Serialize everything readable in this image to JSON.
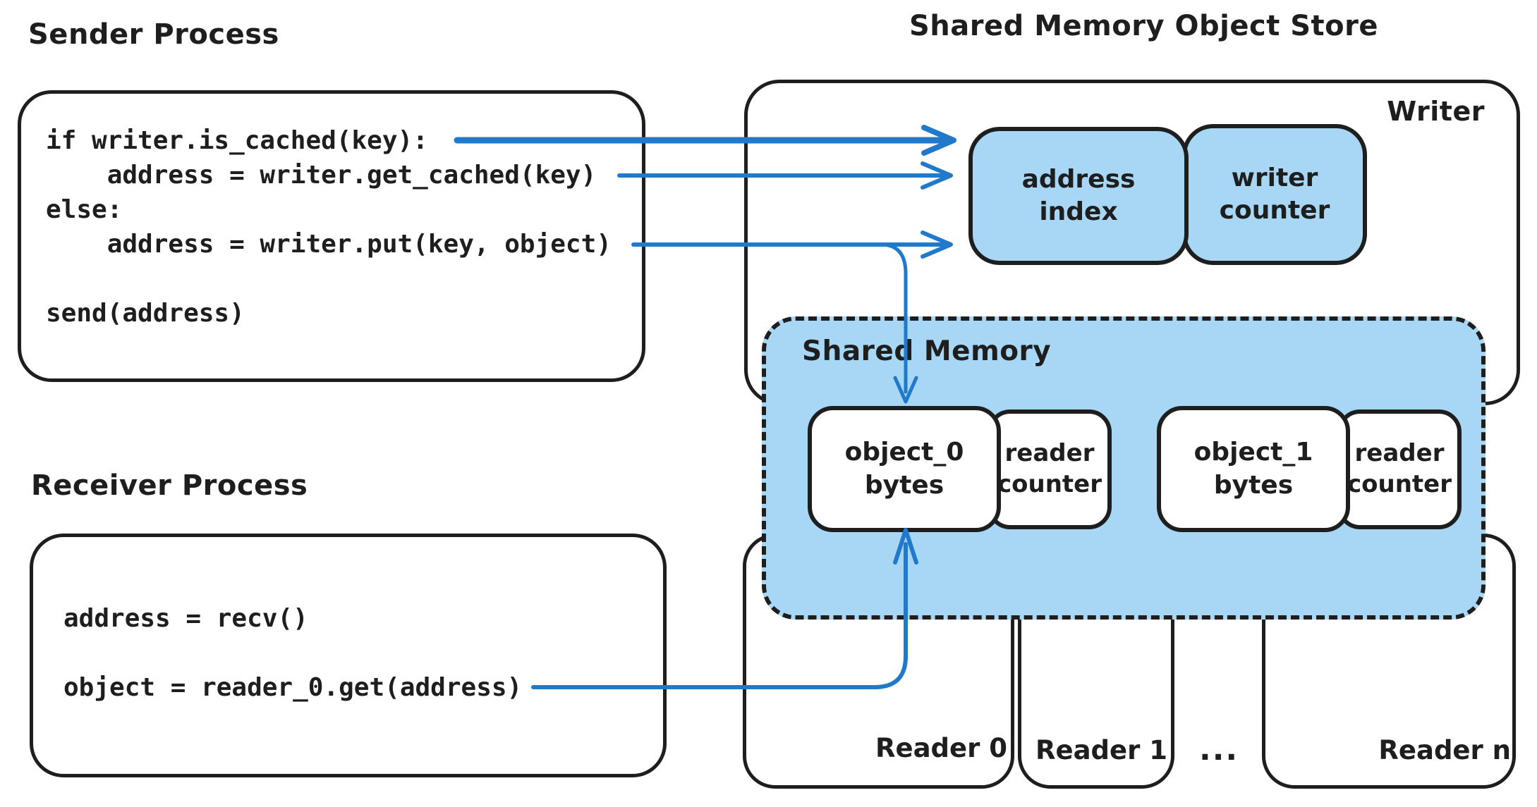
{
  "palette": {
    "ink": "#1e1e1e",
    "blue_fill": "#a7d7f5",
    "arrow_blue": "#2079ca",
    "bg": "#ffffff"
  },
  "sender": {
    "title": "Sender Process",
    "code": [
      "if writer.is_cached(key):",
      "    address = writer.get_cached(key)",
      "else:",
      "    address = writer.put(key, object)",
      "",
      "send(address)"
    ]
  },
  "receiver": {
    "title": "Receiver Process",
    "code": [
      "address = recv()",
      "",
      "object = reader_0.get(address)"
    ]
  },
  "store": {
    "title": "Shared Memory Object Store",
    "writer_label": "Writer",
    "address_index": [
      "address",
      "index"
    ],
    "writer_counter": [
      "writer",
      "counter"
    ],
    "shared_memory_label": "Shared Memory",
    "objects": [
      {
        "name": [
          "object_0",
          "bytes"
        ],
        "counter": [
          "reader",
          "counter"
        ]
      },
      {
        "name": [
          "object_1",
          "bytes"
        ],
        "counter": [
          "reader",
          "counter"
        ]
      }
    ],
    "readers": [
      {
        "label": "Reader 0"
      },
      {
        "label": "Reader 1"
      },
      {
        "label": "Reader n"
      }
    ],
    "ellipsis": "..."
  }
}
